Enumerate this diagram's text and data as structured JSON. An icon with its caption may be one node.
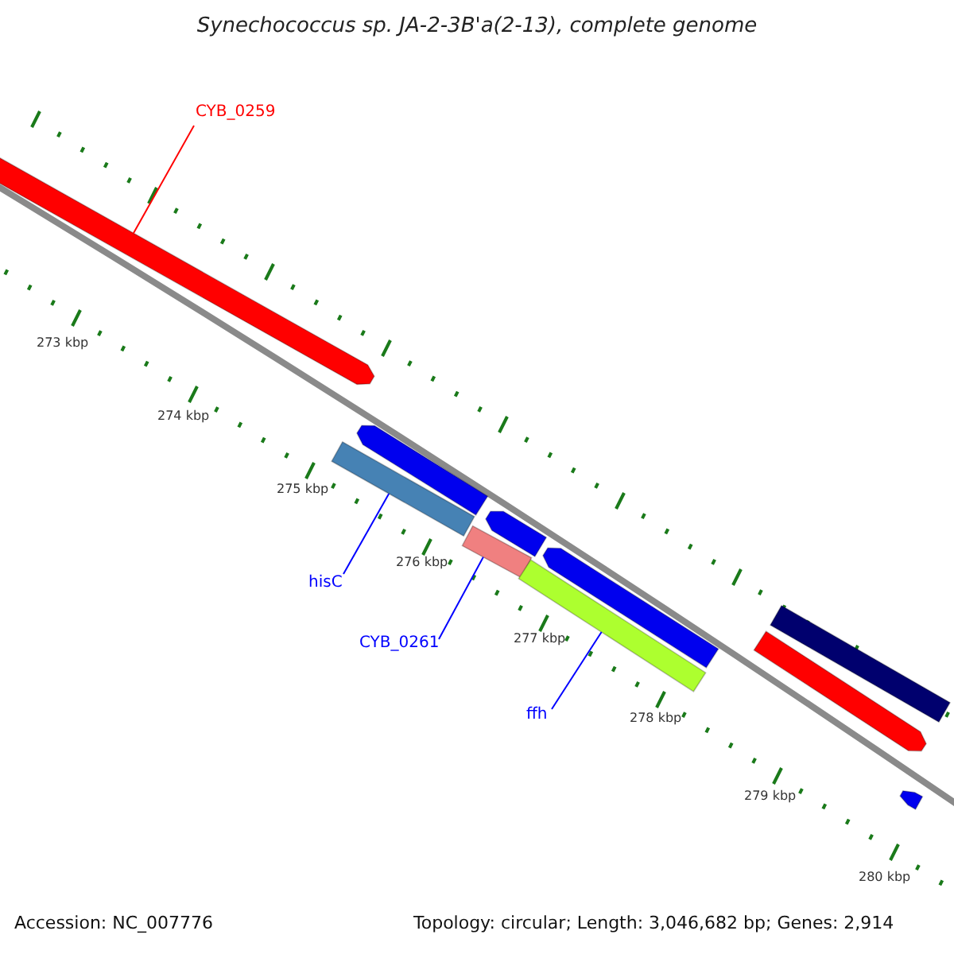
{
  "diagram": {
    "title": "Synechococcus sp. JA-2-3B'a(2-13), complete genome",
    "nodes": [
      {
        "text": [
          "CYB_0259"
        ]
      },
      {
        "text": [],
        "shape": "bar"
      },
      {
        "text": [],
        "shape": "bar"
      },
      {
        "text": [
          "hisC"
        ]
      },
      {
        "text": [],
        "shape": "bar"
      },
      {
        "text": [
          "CYB_0261"
        ]
      },
      {
        "text": [],
        "shape": "bar"
      },
      {
        "text": [
          "ffh"
        ]
      },
      {
        "text": [],
        "shape": "bar"
      },
      {
        "text": [],
        "shape": "bar"
      },
      {
        "text": [],
        "shape": "bar"
      },
      {
        "text": [],
        "shape": "bar"
      },
      {
        "text": [],
        "shape": "bar"
      },
      {
        "text": [],
        "shape": "bar"
      }
    ],
    "edges": [
      {
        "from": 0,
        "to": 1,
        "arrow": "none",
        "color": "#ff0000"
      },
      {
        "from": 3,
        "to": 2,
        "arrow": "none"
      },
      {
        "from": 5,
        "to": 4,
        "arrow": "none"
      },
      {
        "from": 7,
        "to": 6,
        "arrow": "none"
      }
    ],
    "labels": [
      "273 kbp",
      "274 kbp",
      "275 kbp",
      "276 kbp",
      "277 kbp",
      "278 kbp",
      "279 kbp",
      "280 kbp",
      "Accession: NC_007776",
      "Topology: circular; Length: 3,046,682 bp; Genes: 2,914"
    ]
  }
}
